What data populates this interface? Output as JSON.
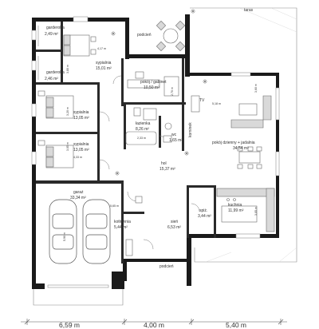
{
  "rooms": {
    "garderoba_top": {
      "name": "garderoba",
      "area": "2,49 m²"
    },
    "garderoba_mid": {
      "name": "garderoba",
      "area": "2,46 m²"
    },
    "sypialnia_master": {
      "name": "sypialnia",
      "area": "15,01 m²"
    },
    "sypialnia_2": {
      "name": "sypialnia",
      "area": "13,05 m²"
    },
    "sypialnia_3": {
      "name": "sypialnia",
      "area": "13,05 m²"
    },
    "pokoj_gabinet": {
      "name": "pokój / gabinet",
      "area": "10,50 m²"
    },
    "lazienka": {
      "name": "łazienka",
      "area": "8,26 m²"
    },
    "wc": {
      "name": "wc",
      "area": "1,65 m²"
    },
    "kominek": {
      "name": "kominek"
    },
    "salon": {
      "name": "pokój dzienny + jadalnia",
      "area": "34,54 m²"
    },
    "hol": {
      "name": "hol",
      "area": "15,37 m²"
    },
    "garaz": {
      "name": "garaż",
      "area": "33,34 m²"
    },
    "kotlownia": {
      "name": "kotłownia",
      "area": "5,44 m²"
    },
    "sien": {
      "name": "sień",
      "area": "6,53 m²"
    },
    "spiz": {
      "name": "spiż.",
      "area": "3,44 m²"
    },
    "kuchnia": {
      "name": "kuchnia",
      "area": "11,99 m²"
    },
    "podcien_top": {
      "name": "podcień"
    },
    "podcien_bottom": {
      "name": "podcień"
    },
    "taras": {
      "name": "taras"
    },
    "tv": {
      "name": "TV"
    }
  },
  "dims": {
    "d_417": "4,17 m",
    "d_380": "3,80 m",
    "d_320": "3,20 m",
    "d_305": "3,05 m",
    "d_433": "4,33 m",
    "d_233": "2,33 m",
    "d_270": "2,70 m",
    "d_518": "5,18 m",
    "d_360": "3,60 m",
    "d_565": "5,65 m",
    "d_590": "5,90 m",
    "d_305b": "3,05 m"
  },
  "bottom_dims": [
    "6,59 m",
    "4,00 m",
    "5,40 m"
  ]
}
